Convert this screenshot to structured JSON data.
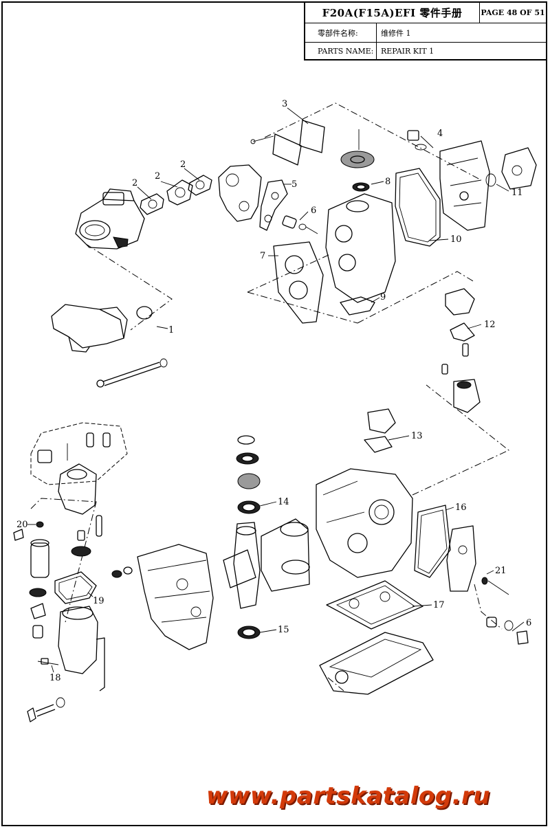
{
  "title_block": {
    "title": "F20A(F15A)EFI 零件手册",
    "page": "PAGE 48 OF 51",
    "parts_name_label_cn": "零部件名称:",
    "parts_name_value_cn": "维修件 1",
    "parts_name_label_en": "PARTS NAME:",
    "parts_name_value_en": "REPAIR KIT 1"
  },
  "callouts": [
    "1",
    "2",
    "2",
    "2",
    "3",
    "4",
    "5",
    "6",
    "6",
    "7",
    "8",
    "9",
    "10",
    "11",
    "12",
    "13",
    "14",
    "15",
    "16",
    "17",
    "18",
    "19",
    "20",
    "21"
  ],
  "watermark": "www.partskatalog.ru",
  "colors": {
    "ink": "#000000",
    "watermark": "#d33a0a",
    "paper": "#ffffff"
  }
}
